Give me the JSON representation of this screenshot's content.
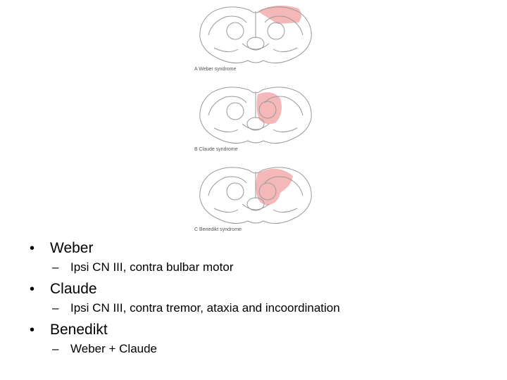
{
  "figure": {
    "lesion_color": "#f4b8b8",
    "panels": [
      {
        "caption": "A Weber syndrome"
      },
      {
        "caption": "B Claude syndrome"
      },
      {
        "caption": "C Benedikt syndrome"
      }
    ]
  },
  "bullets": [
    {
      "label": "Weber",
      "sub": "Ipsi CN III, contra bulbar motor"
    },
    {
      "label": "Claude",
      "sub": "Ipsi CN III, contra tremor, ataxia and incoordination"
    },
    {
      "label": "Benedikt",
      "sub": "Weber + Claude"
    }
  ],
  "glyphs": {
    "bullet": "•",
    "dash": "–"
  }
}
